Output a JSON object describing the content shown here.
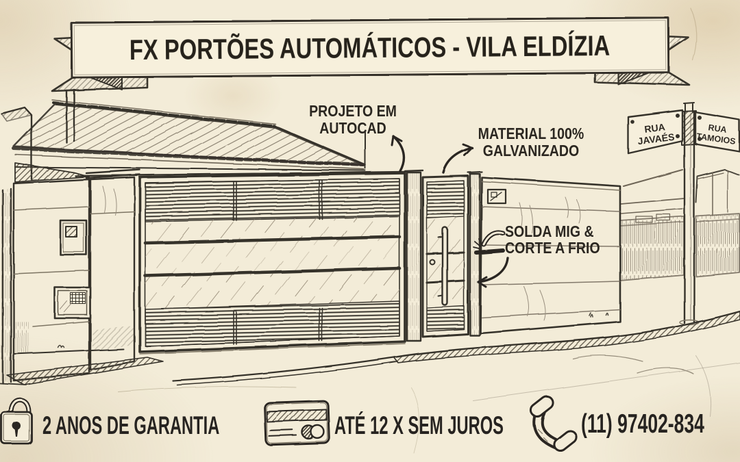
{
  "banner": {
    "title": "FX PORTÕES AUTOMÁTICOS - VILA ELDÍZIA"
  },
  "annotations": {
    "autocad": {
      "line1": "PROJETO EM",
      "line2": "AUTOCAD"
    },
    "galvanized": {
      "line1": "MATERIAL 100%",
      "line2": "GALVANIZADO"
    },
    "welding": {
      "line1": "SOLDA MIG &",
      "line2": "CORTE A FRIO"
    }
  },
  "street_signs": {
    "left": {
      "line1": "RUA",
      "line2": "JAVAÉS"
    },
    "right": {
      "line1": "RUA",
      "line2": "TAMOIOS"
    }
  },
  "footer": {
    "warranty": {
      "icon": "padlock-icon",
      "label": "2 ANOS DE GARANTIA"
    },
    "installments": {
      "icon": "credit-card-icon",
      "label": "ATÉ 12 X SEM JUROS"
    },
    "phone": {
      "icon": "phone-icon",
      "label": "(11) 97402-834"
    }
  },
  "colors": {
    "paper": "#f1e9d4",
    "ink": "#35302a",
    "pencil": "#7d7464",
    "plate_fill": "#f6efdc"
  }
}
